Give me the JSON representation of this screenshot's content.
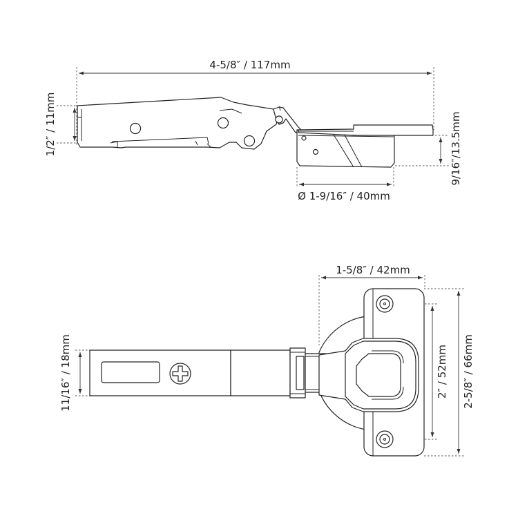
{
  "side_view": {
    "width_label": "4-5/8″ / 117mm",
    "height_label": "1/2″ / 11mm",
    "cup_depth_label": "9/16″/13.5mm",
    "cup_diameter_label": "Ø 1-9/16″ / 40mm"
  },
  "top_view": {
    "cup_width_label": "1-5/8″ / 42mm",
    "arm_width_label": "11/16″ / 18mm",
    "hole_spacing_label": "2″ / 52mm",
    "plate_height_label": "2-5/8″ / 66mm"
  },
  "colors": {
    "line": "#222222",
    "background": "#ffffff"
  }
}
